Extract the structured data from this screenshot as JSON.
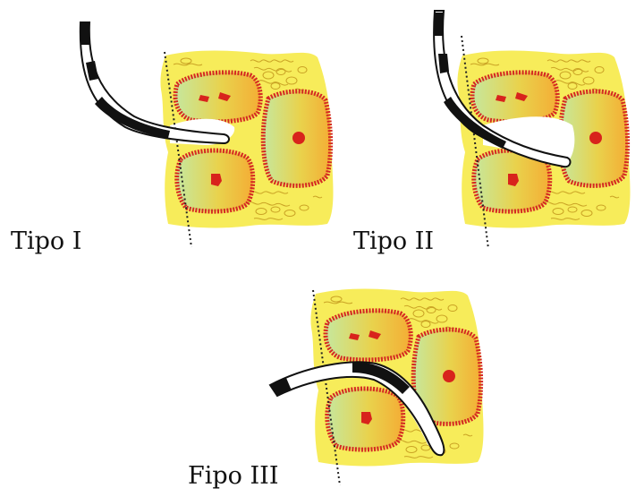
{
  "panels": [
    {
      "label": "Tipo I"
    },
    {
      "label": "Tipo II"
    },
    {
      "label": "Fipo III"
    }
  ],
  "colors": {
    "tissue": "#f7ec5a",
    "cell_border": "#d42a22",
    "cell_fill_left": "#c8e89a",
    "cell_fill_right": "#f5b93a",
    "nucleus": "#d8231c",
    "probe_black": "#111111",
    "probe_white": "#ffffff",
    "dotted_line": "#222222",
    "fibers": "#c9a321"
  },
  "icons": [
    "endoscope-probe-icon",
    "acinar-cell-icon",
    "cutting-plane-line"
  ]
}
